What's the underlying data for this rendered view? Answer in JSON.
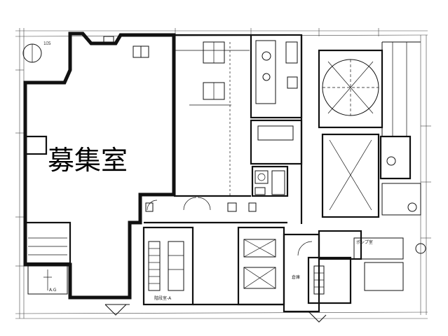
{
  "vacancy_label": "募集室",
  "labels": {
    "top_left_corner": "1ﾛ5",
    "ac": "A.G",
    "stair": "階段室-A",
    "pump_room": "ポンプ室",
    "storage": "倉庫"
  }
}
